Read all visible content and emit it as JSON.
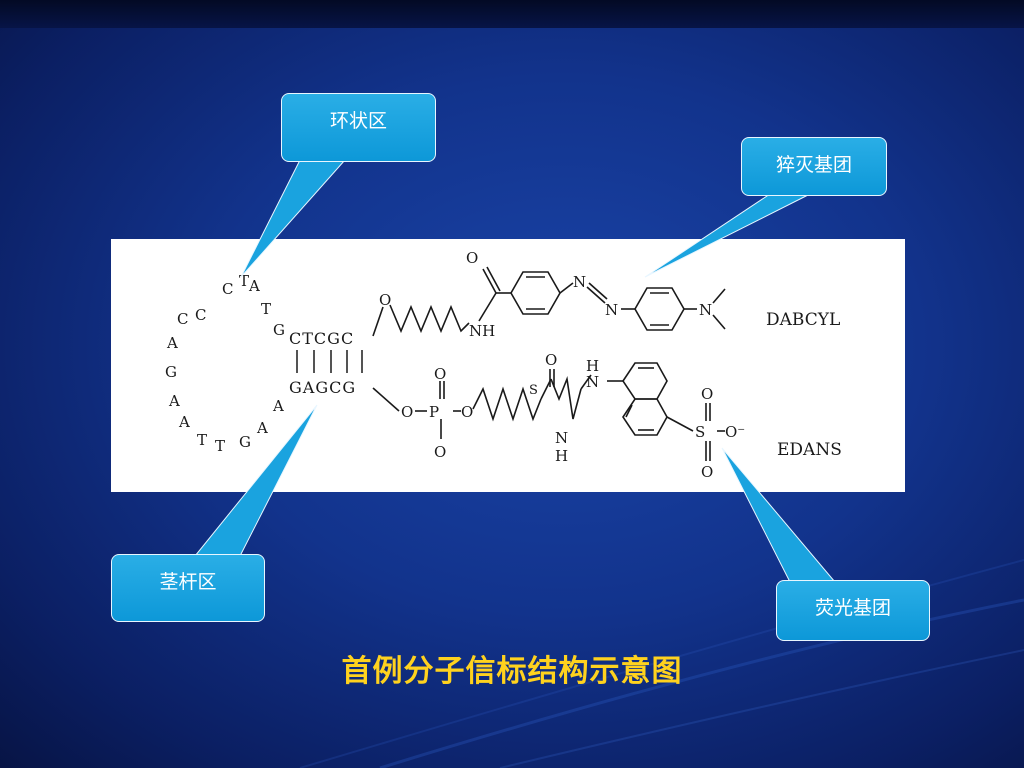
{
  "callouts": {
    "loop": "环状区",
    "quencher": "猝灭基团",
    "stem": "茎杆区",
    "fluorophore": "荧光基团"
  },
  "diagram": {
    "loop_bases": [
      "C",
      "T",
      "A",
      "T",
      "G",
      "C",
      "C",
      "A",
      "G",
      "A",
      "A",
      "T",
      "T",
      "G",
      "A",
      "A"
    ],
    "stem_top": "CTCGC",
    "stem_bottom": "GAGCG",
    "labels": {
      "dabcyl": "DABCYL",
      "edans": "EDANS"
    },
    "atoms": {
      "o": "O",
      "nh": "NH",
      "n": "N",
      "p": "P",
      "s": "S",
      "h": "H",
      "o_minus": "O⁻"
    }
  },
  "caption": "首例分子信标结构示意图",
  "colors": {
    "background": "#12338c",
    "callout": "#1aa3df",
    "caption": "#ffd21e"
  }
}
